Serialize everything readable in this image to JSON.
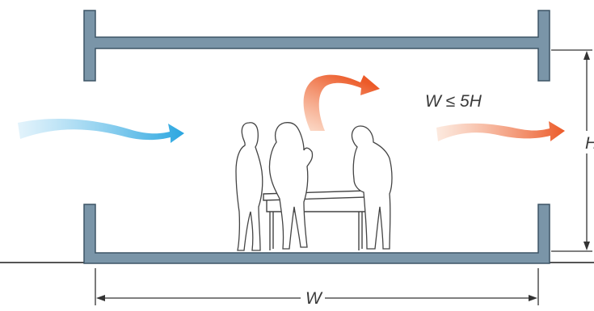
{
  "labels": {
    "ratio": "W ≤ 5H",
    "height": "H",
    "width": "W"
  },
  "colors": {
    "wall_fill": "#7a95a8",
    "wall_stroke": "#3d5566",
    "ground": "#555555",
    "dim_line": "#333333",
    "people_stroke": "#444444",
    "airflow_in_start": "#d7eefa",
    "airflow_in_end": "#2aa6e0",
    "airflow_out_start": "#fbe1d2",
    "airflow_out_end": "#ec5a28"
  }
}
